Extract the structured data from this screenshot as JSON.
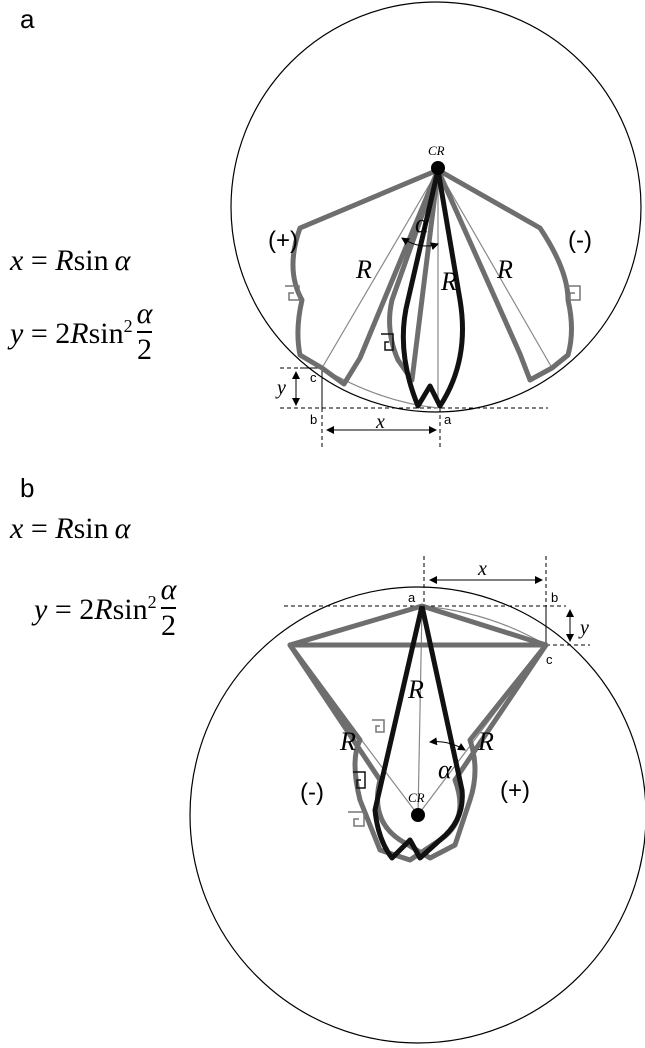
{
  "panels": [
    {
      "id": "a",
      "label": "a",
      "eq_x": {
        "lhs": "x",
        "rhs_R": "R",
        "rhs_fn": "sin",
        "rhs_var": "α"
      },
      "eq_y": {
        "lhs": "y",
        "coef": "2",
        "R": "R",
        "fn": "sin",
        "exp": "2",
        "num": "α",
        "den": "2"
      },
      "cr_label": "CR",
      "alpha": "α",
      "R": "R",
      "plus": "(+)",
      "minus": "(-)",
      "pt_a": "a",
      "pt_b": "b",
      "pt_c": "c",
      "dim_x": "x",
      "dim_y": "y"
    },
    {
      "id": "b",
      "label": "b",
      "eq_x": {
        "lhs": "x",
        "rhs_R": "R",
        "rhs_fn": "sin",
        "rhs_var": "α"
      },
      "eq_y": {
        "lhs": "y",
        "coef": "2",
        "R": "R",
        "fn": "sin",
        "exp": "2",
        "num": "α",
        "den": "2"
      },
      "cr_label": "CR",
      "alpha": "α",
      "R": "R",
      "plus": "(+)",
      "minus": "(-)",
      "pt_a": "a",
      "pt_b": "b",
      "pt_c": "c",
      "dim_x": "x",
      "dim_y": "y"
    }
  ],
  "colors": {
    "dark": "#111111",
    "gray": "#6e6e6e",
    "thin": "#888888"
  }
}
